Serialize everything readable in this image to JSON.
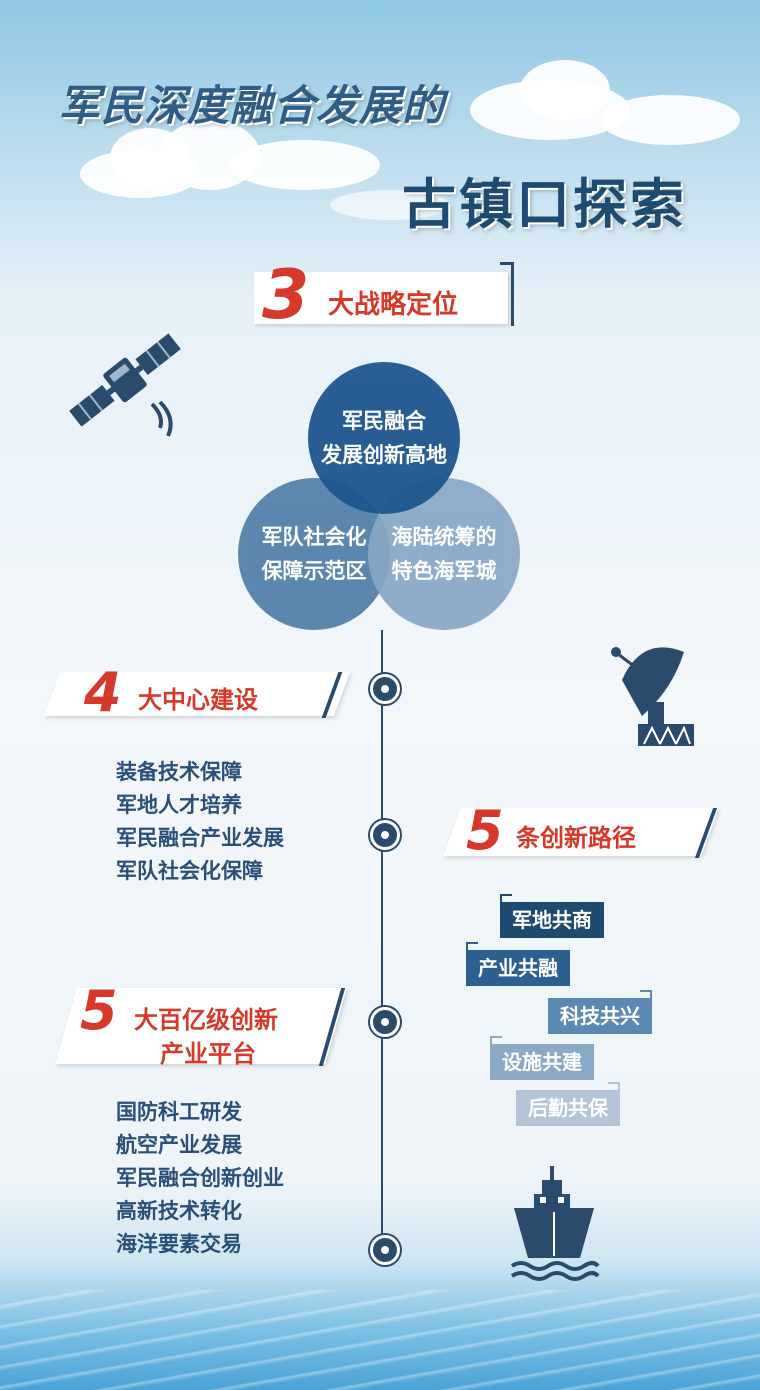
{
  "header": {
    "title_line1": "军民深度融合发展的",
    "title_line2": "古镇口探索"
  },
  "section_positions": {
    "number": "3",
    "label": "大战略定位",
    "circles": [
      "军民融合\n发展创新高地",
      "军队社会化\n保障示范区",
      "海陆统筹的\n特色海军城"
    ],
    "circle_top_line1": "军民融合",
    "circle_top_line2": "发展创新高地",
    "circle_left_line1": "军队社会化",
    "circle_left_line2": "保障示范区",
    "circle_right_line1": "海陆统筹的",
    "circle_right_line2": "特色海军城"
  },
  "section_centers": {
    "number": "4",
    "label": "大中心建设",
    "items": [
      "装备技术保障",
      "军地人才培养",
      "军民融合产业发展",
      "军队社会化保障"
    ]
  },
  "section_paths": {
    "number": "5",
    "label": "条创新路径",
    "tags": [
      "军地共商",
      "产业共融",
      "科技共兴",
      "设施共建",
      "后勤共保"
    ]
  },
  "section_platforms": {
    "number": "5",
    "label_line1": "大百亿级创新",
    "label_line2": "产业平台",
    "items": [
      "国防科工研发",
      "航空产业发展",
      "军民融合创新创业",
      "高新技术转化",
      "海洋要素交易"
    ]
  },
  "icons": {
    "satellite": "satellite-icon",
    "radar": "radar-dish-icon",
    "ship": "ship-icon"
  },
  "colors": {
    "accent_red": "#d6392a",
    "navy": "#1f4a72",
    "circle_top": "#1e568e",
    "circle_left": "#4f7ea8",
    "circle_right": "#88a6c4"
  }
}
